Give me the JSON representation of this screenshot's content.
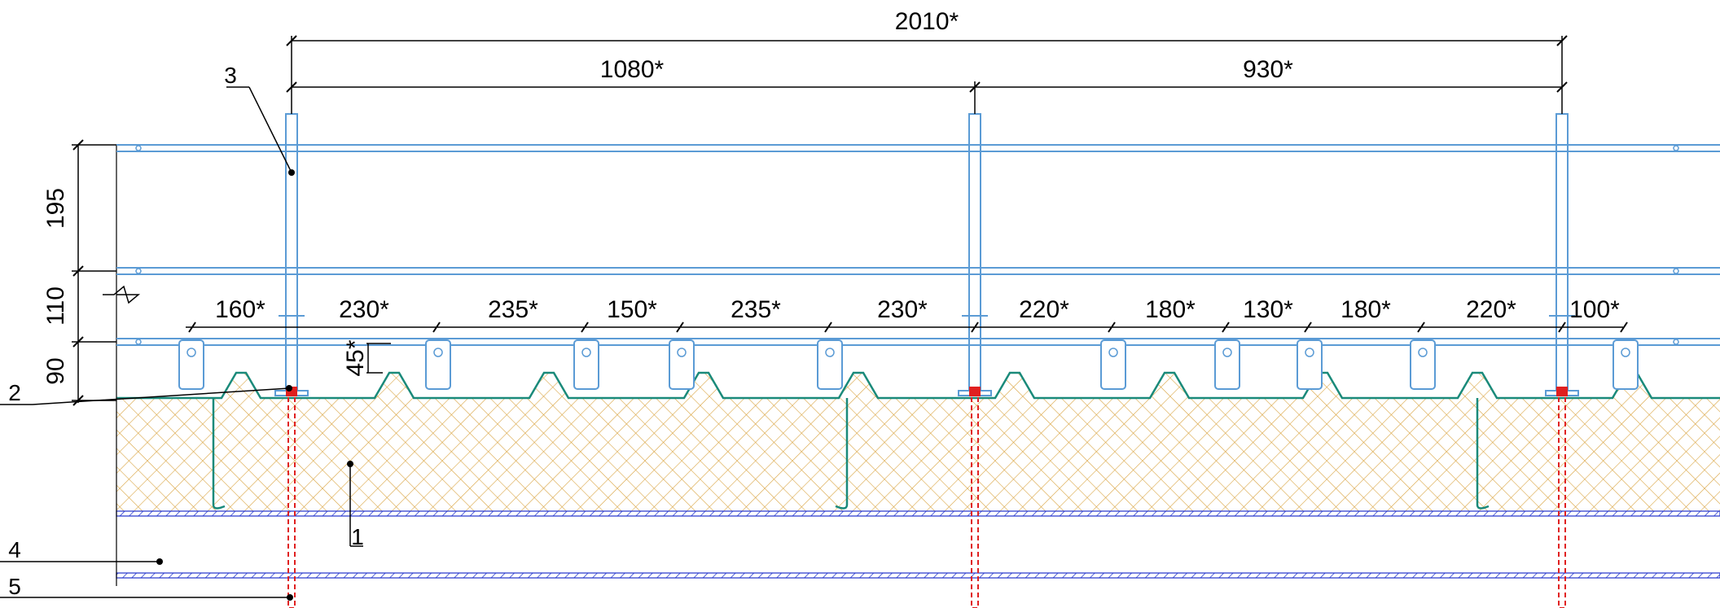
{
  "top_dimensions": {
    "overall": "2010*",
    "left_span": "1080*",
    "right_span": "930*"
  },
  "lower_dimensions": [
    "160*",
    "230*",
    "235*",
    "150*",
    "235*",
    "230*",
    "220*",
    "180*",
    "130*",
    "180*",
    "220*",
    "100*"
  ],
  "vertical_dimensions": [
    "195",
    "110",
    "90"
  ],
  "angle_label": "45*",
  "callouts": [
    "1",
    "2",
    "3",
    "4",
    "5"
  ],
  "colors": {
    "structure_line": "#5b9bd5",
    "insulation_hatch": "#d9a441",
    "profile_line": "#1a8a7a",
    "fastener": "#e02020",
    "base_layer": "#2233cc",
    "dimension_line": "#000000"
  }
}
